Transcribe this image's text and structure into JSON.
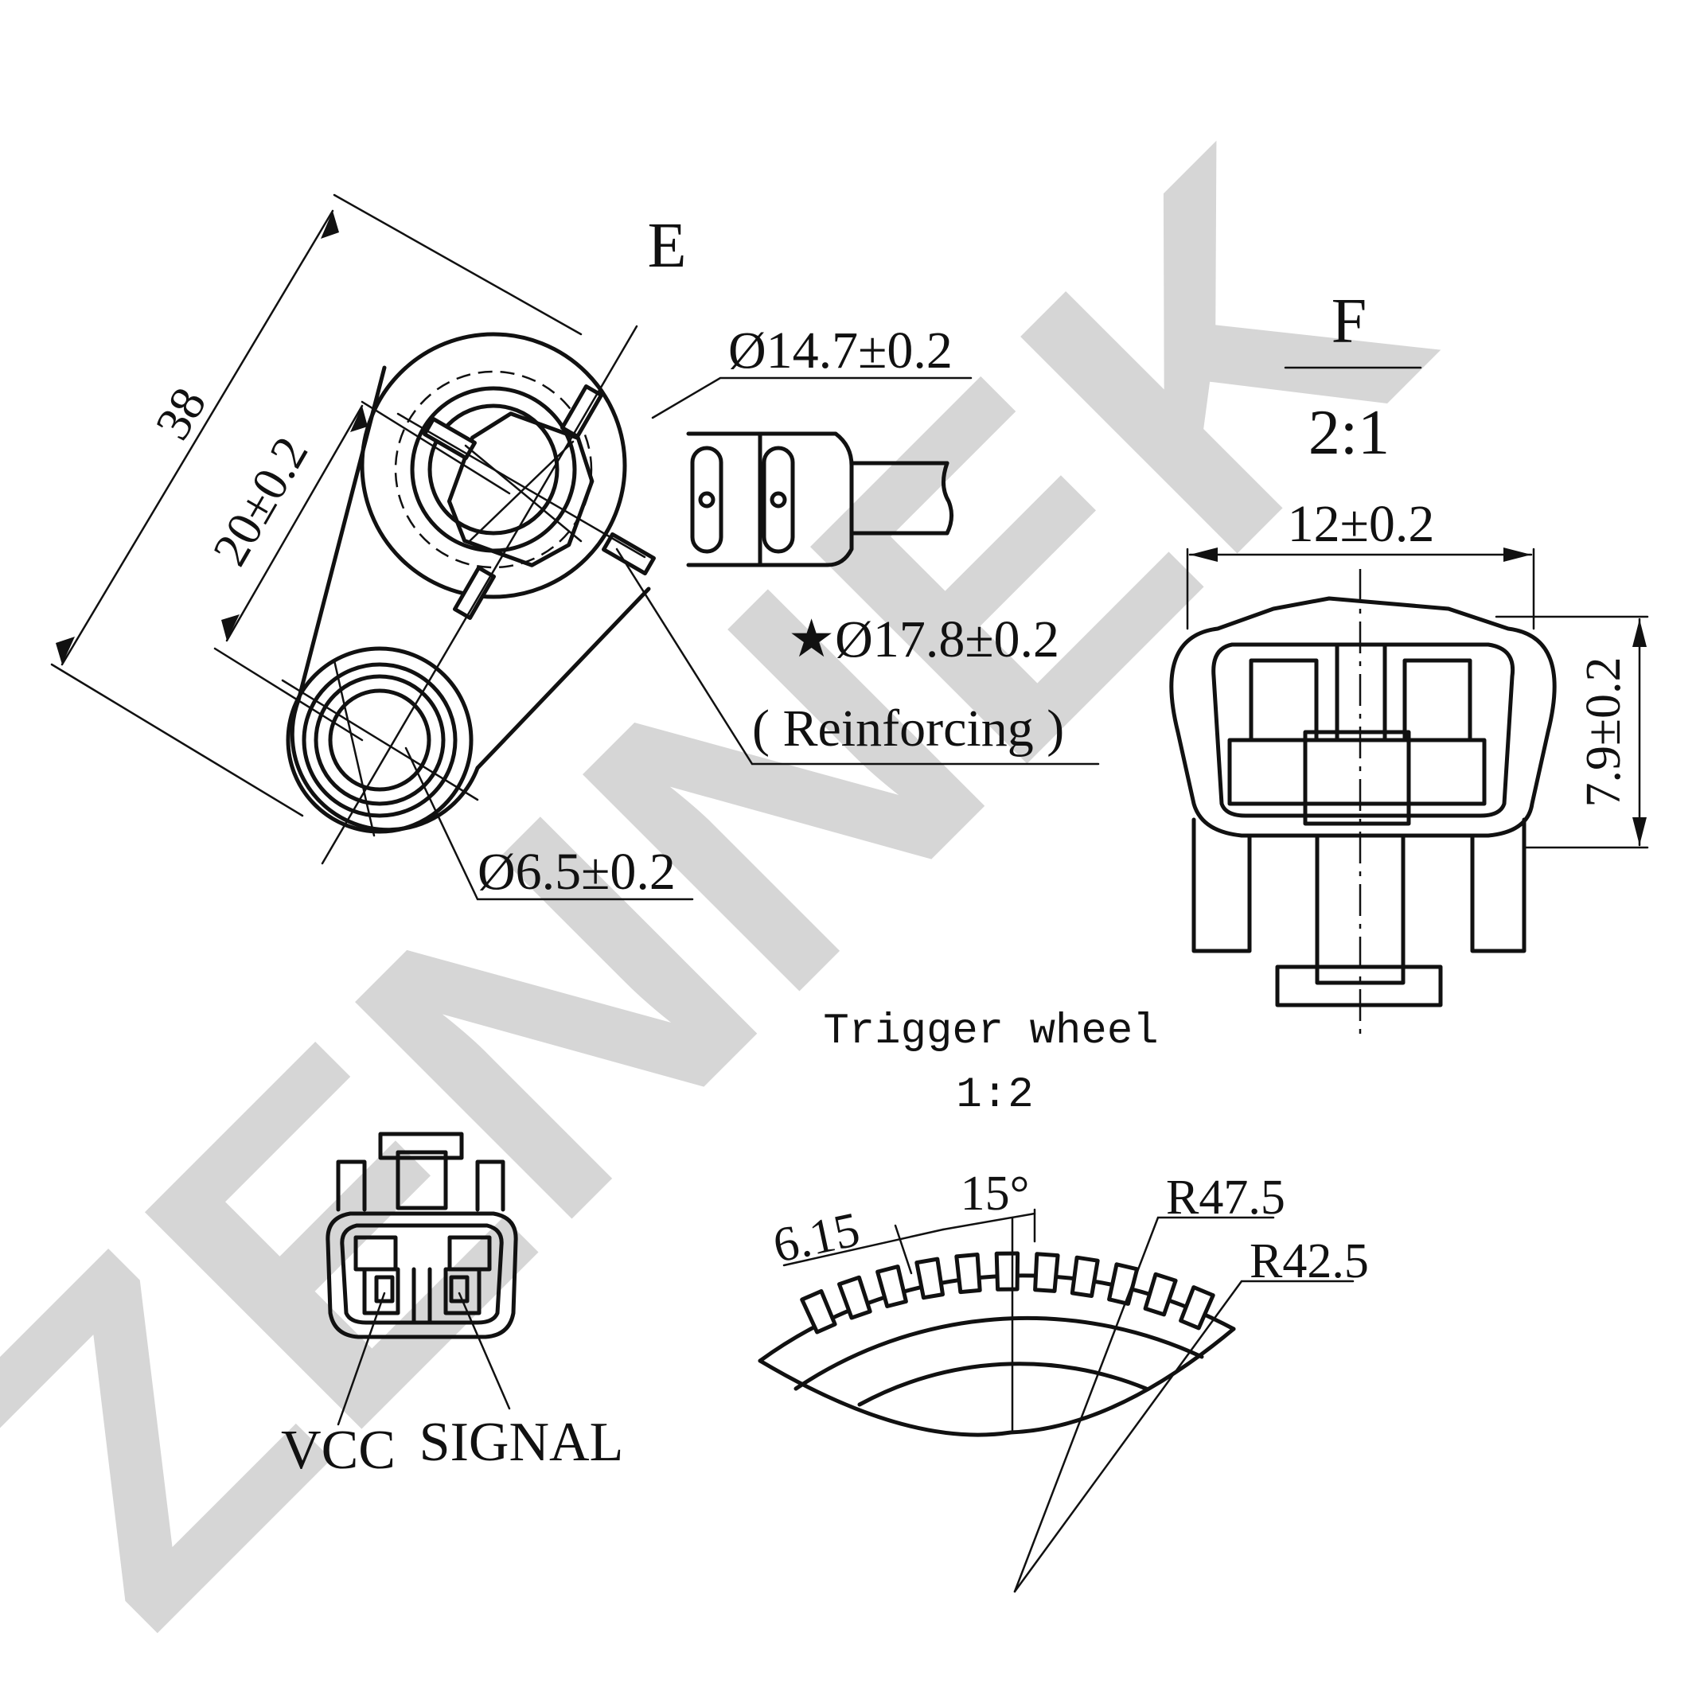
{
  "colors": {
    "line": "#111111",
    "watermark": "#d6d6d6",
    "background": "#ffffff"
  },
  "watermark": {
    "text": "ZENNEK"
  },
  "view_e": {
    "label": "E",
    "dim_overall": "38",
    "dim_hole_spacing": "20±0.2",
    "dim_sensor_dia": "Ø14.7±0.2",
    "dim_reinforcing_dia": "★Ø17.8±0.2",
    "reinforcing_note": "( Reinforcing )",
    "dim_hole_dia": "Ø6.5±0.2"
  },
  "view_f": {
    "label": "F",
    "scale": "2:1",
    "dim_width": "12±0.2",
    "dim_height": "7.9±0.2"
  },
  "connector_pinout": {
    "pin_left": "VCC",
    "pin_right": "SIGNAL"
  },
  "trigger_wheel": {
    "title": "Trigger wheel",
    "scale": "1:2",
    "dim_tooth_width": "6.15",
    "dim_tooth_angle": "15°",
    "dim_outer_radius": "R47.5",
    "dim_inner_radius": "R42.5"
  }
}
